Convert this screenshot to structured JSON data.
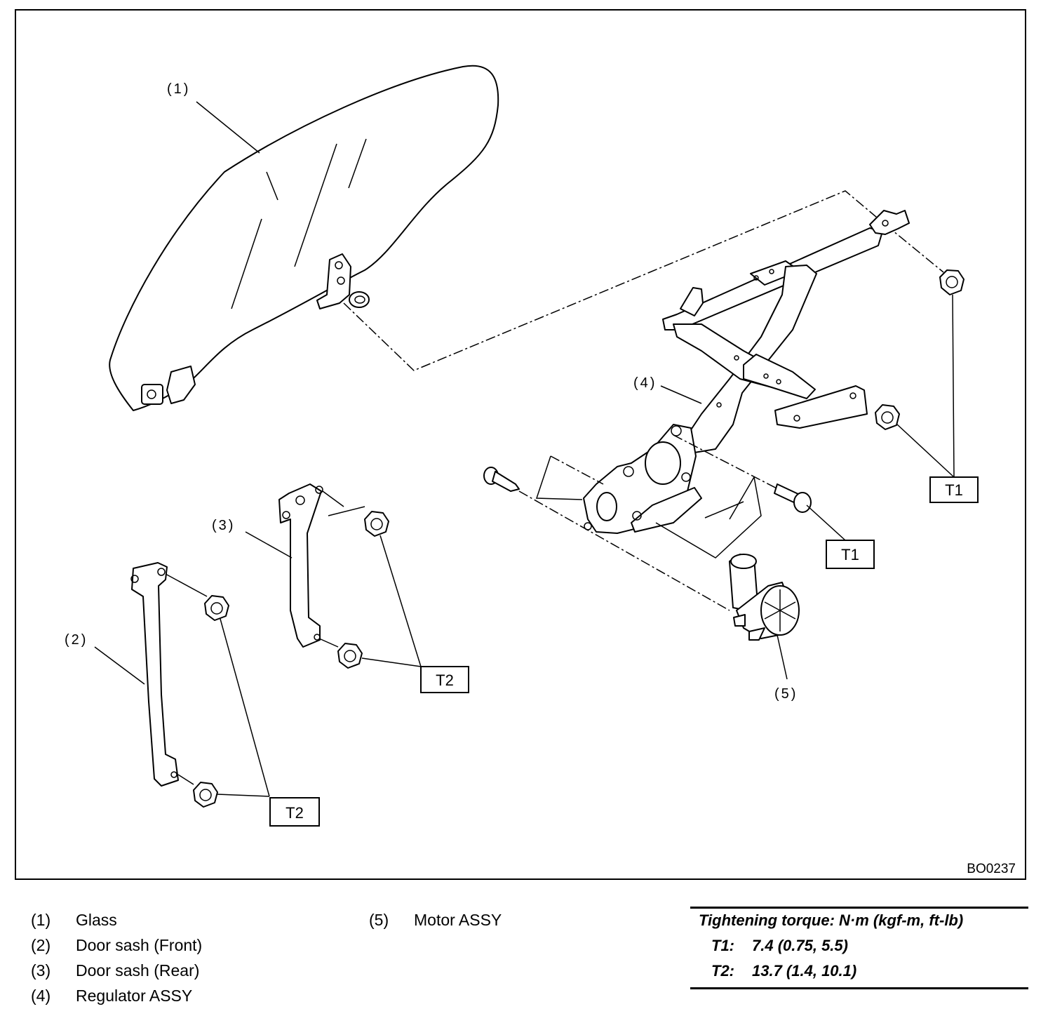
{
  "diagram": {
    "code": "BO0237",
    "callouts": [
      "(1)",
      "(2)",
      "(3)",
      "(4)",
      "(5)"
    ],
    "torque_labels": [
      "T1",
      "T1",
      "T2",
      "T2"
    ]
  },
  "legend": [
    {
      "num": "(1)",
      "text": "Glass"
    },
    {
      "num": "(2)",
      "text": "Door sash (Front)"
    },
    {
      "num": "(3)",
      "text": "Door sash (Rear)"
    },
    {
      "num": "(4)",
      "text": "Regulator ASSY"
    },
    {
      "num": "(5)",
      "text": "Motor ASSY"
    }
  ],
  "torque": {
    "title": "Tightening torque: N·m (kgf-m, ft-lb)",
    "rows": [
      {
        "key": "T1:",
        "value": "7.4 (0.75, 5.5)"
      },
      {
        "key": "T2:",
        "value": "13.7 (1.4, 10.1)"
      }
    ]
  }
}
